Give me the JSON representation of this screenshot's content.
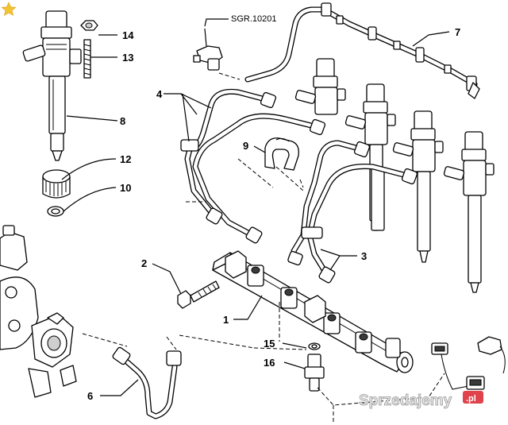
{
  "diagram": {
    "reference_label": "SGR.10201",
    "callouts": {
      "c1": "1",
      "c2": "2",
      "c3": "3",
      "c4": "4",
      "c6": "6",
      "c7": "7",
      "c8": "8",
      "c9": "9",
      "c10": "10",
      "c12": "12",
      "c13": "13",
      "c14": "14",
      "c15": "15",
      "c16": "16"
    }
  },
  "watermark": {
    "text": "Sprzedajemy",
    "suffix": ".pl"
  },
  "colors": {
    "star": "#f2c335",
    "line": "#000000",
    "watermark_badge": "#e0434b"
  },
  "icons": {
    "favorite": "star-icon"
  }
}
